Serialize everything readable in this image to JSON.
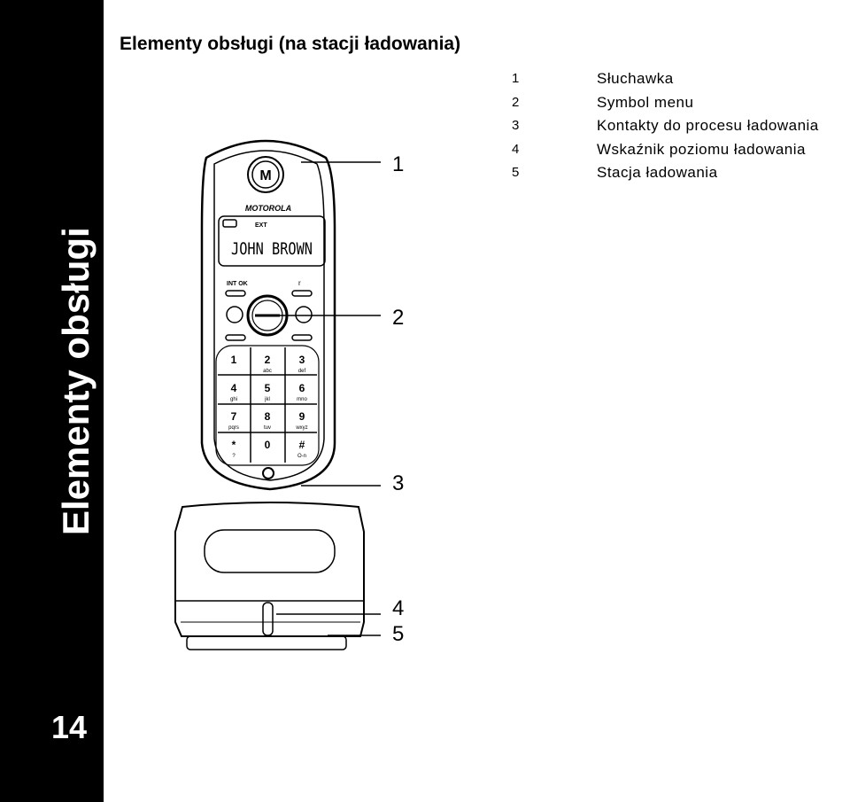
{
  "sidebar": {
    "section_title": "Elementy obsługi",
    "page_number": "14"
  },
  "page_title": "Elementy obsługi (na stacji ładowania)",
  "legend": [
    {
      "num": "1",
      "label": "Słuchawka"
    },
    {
      "num": "2",
      "label": "Symbol menu"
    },
    {
      "num": "3",
      "label": "Kontakty do procesu ładowania"
    },
    {
      "num": "4",
      "label": "Wskaźnik poziomu ładowania"
    },
    {
      "num": "5",
      "label": "Stacja ładowania"
    }
  ],
  "callouts": [
    "1",
    "2",
    "3",
    "4",
    "5"
  ],
  "phone": {
    "brand": "MOTOROLA",
    "display_name": "JOHN BROWN",
    "ext_label": "EXT",
    "int_ok_label": "INT OK",
    "r_label": "r",
    "keys": [
      {
        "main": "1",
        "sub": ""
      },
      {
        "main": "2",
        "sub": "abc"
      },
      {
        "main": "3",
        "sub": "def"
      },
      {
        "main": "4",
        "sub": "ghi"
      },
      {
        "main": "5",
        "sub": "jkl"
      },
      {
        "main": "6",
        "sub": "mno"
      },
      {
        "main": "7",
        "sub": "pqrs"
      },
      {
        "main": "8",
        "sub": "tuv"
      },
      {
        "main": "9",
        "sub": "wxyz"
      },
      {
        "main": "*",
        "sub": "?"
      },
      {
        "main": "0",
        "sub": ""
      },
      {
        "main": "#",
        "sub": "O-n"
      }
    ]
  }
}
